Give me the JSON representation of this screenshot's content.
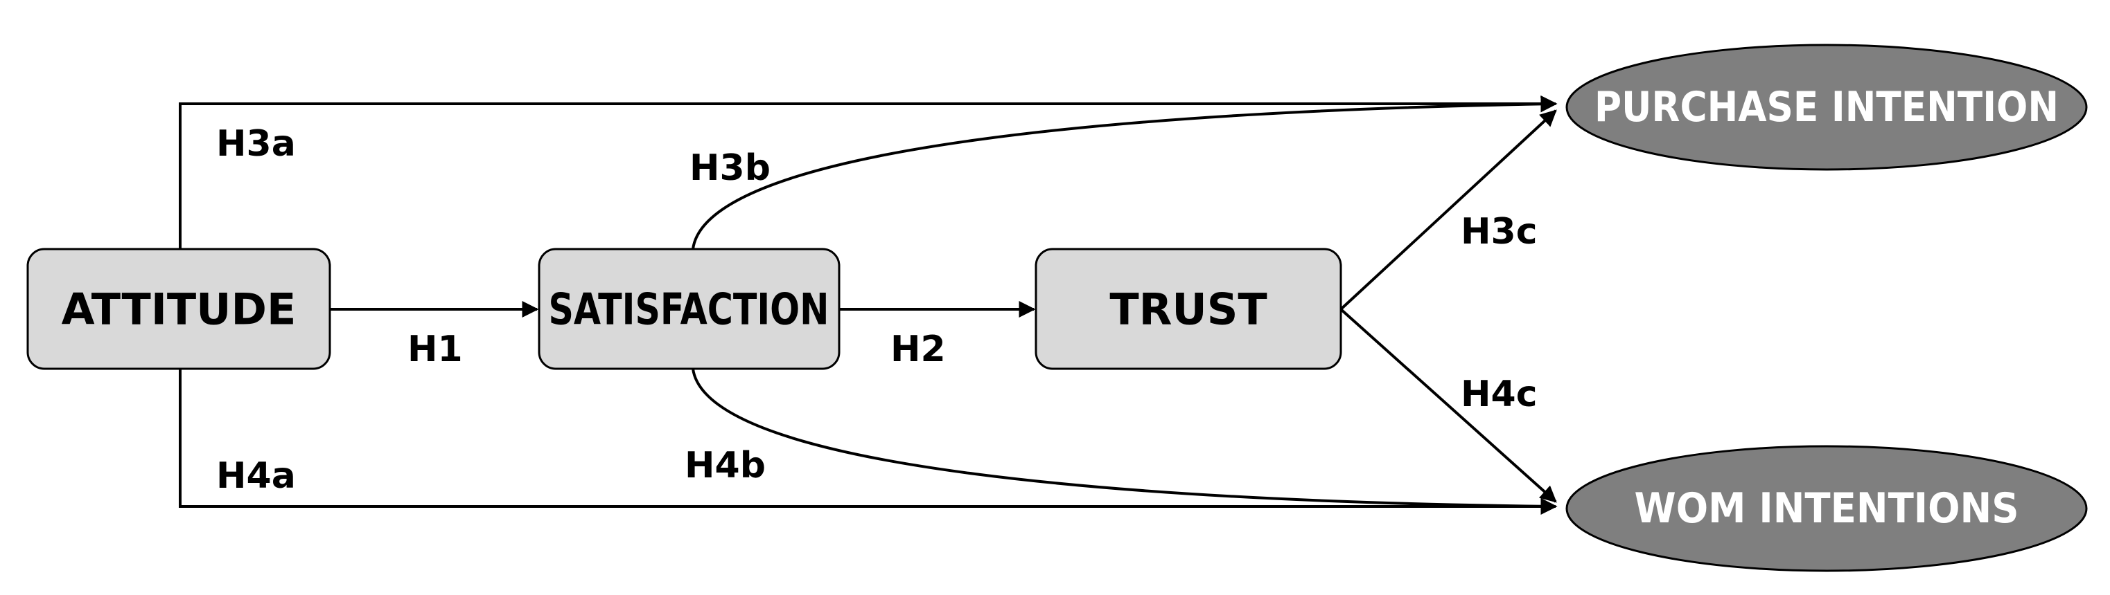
{
  "diagram": {
    "colors": {
      "box_fill": "#d9d9d9",
      "box_stroke": "#000000",
      "ellipse_fill": "#7f7f7f",
      "ellipse_stroke": "#000000",
      "edge": "#000000",
      "ellipse_text": "#ffffff",
      "box_text": "#000000"
    },
    "nodes": {
      "attitude": {
        "label": "ATTITUDE",
        "shape": "rounded-rectangle"
      },
      "satisfaction": {
        "label": "SATISFACTION",
        "shape": "rounded-rectangle"
      },
      "trust": {
        "label": "TRUST",
        "shape": "rounded-rectangle"
      },
      "purchase_intention": {
        "label": "PURCHASE INTENTION",
        "shape": "ellipse"
      },
      "wom_intentions": {
        "label": "WOM INTENTIONS",
        "shape": "ellipse"
      }
    },
    "edges": {
      "h1": {
        "label": "H1",
        "from": "ATTITUDE",
        "to": "SATISFACTION"
      },
      "h2": {
        "label": "H2",
        "from": "SATISFACTION",
        "to": "TRUST"
      },
      "h3a": {
        "label": "H3a",
        "from": "ATTITUDE",
        "to": "PURCHASE INTENTION"
      },
      "h3b": {
        "label": "H3b",
        "from": "SATISFACTION",
        "to": "PURCHASE INTENTION"
      },
      "h3c": {
        "label": "H3c",
        "from": "TRUST",
        "to": "PURCHASE INTENTION"
      },
      "h4a": {
        "label": "H4a",
        "from": "ATTITUDE",
        "to": "WOM INTENTIONS"
      },
      "h4b": {
        "label": "H4b",
        "from": "SATISFACTION",
        "to": "WOM INTENTIONS"
      },
      "h4c": {
        "label": "H4c",
        "from": "TRUST",
        "to": "WOM INTENTIONS"
      }
    }
  }
}
